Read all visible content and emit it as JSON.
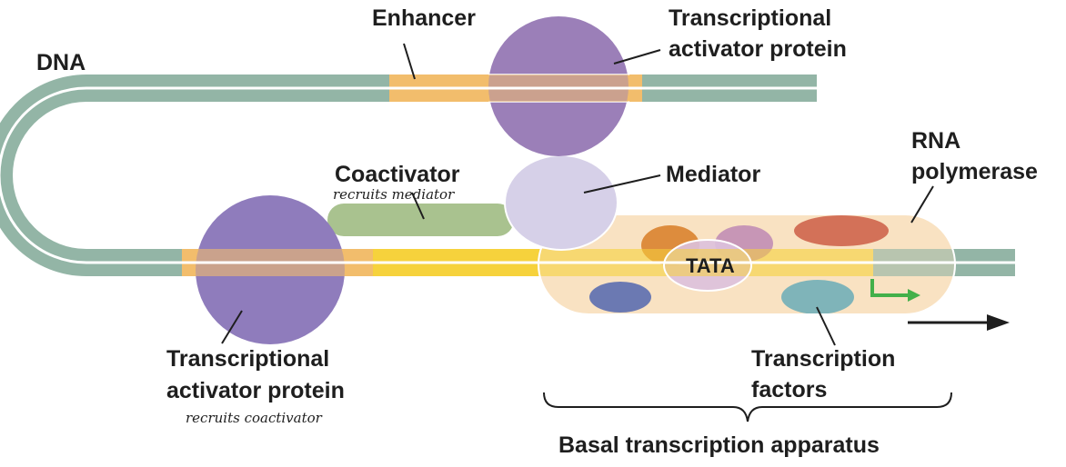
{
  "labels": {
    "dna": "DNA",
    "enhancer": "Enhancer",
    "activator_top_line1": "Transcriptional",
    "activator_top_line2": "activator protein",
    "coactivator": "Coactivator",
    "coactivator_note": "recruits mediator",
    "mediator": "Mediator",
    "rna_polymerase_line1": "RNA",
    "rna_polymerase_line2": "polymerase",
    "tata": "TATA",
    "activator_bottom_line1": "Transcriptional",
    "activator_bottom_line2": "activator protein",
    "activator_bottom_note": "recruits coactivator",
    "transcription_factors_line1": "Transcription",
    "transcription_factors_line2": "factors",
    "basal_apparatus": "Basal transcription apparatus"
  },
  "colors": {
    "dna_strand": "#93b5a6",
    "enhancer_region": "#f2bd6c",
    "promoter_region": "#f6d23c",
    "activator_protein": "#9b7fb8",
    "activator_protein_lower": "#8f7cbc",
    "coactivator": "#a9c28f",
    "mediator": "#d6d0e8",
    "basal_apparatus_bg": "#f9dfbd",
    "tf_orange": "#dd8c3d",
    "tf_mauve": "#c796b6",
    "tf_red": "#d37158",
    "tf_blue": "#6b79b2",
    "tf_teal": "#7fb4b9",
    "tata_oval": "#dcc1dd",
    "transcription_start_arrow": "#43b04a"
  }
}
